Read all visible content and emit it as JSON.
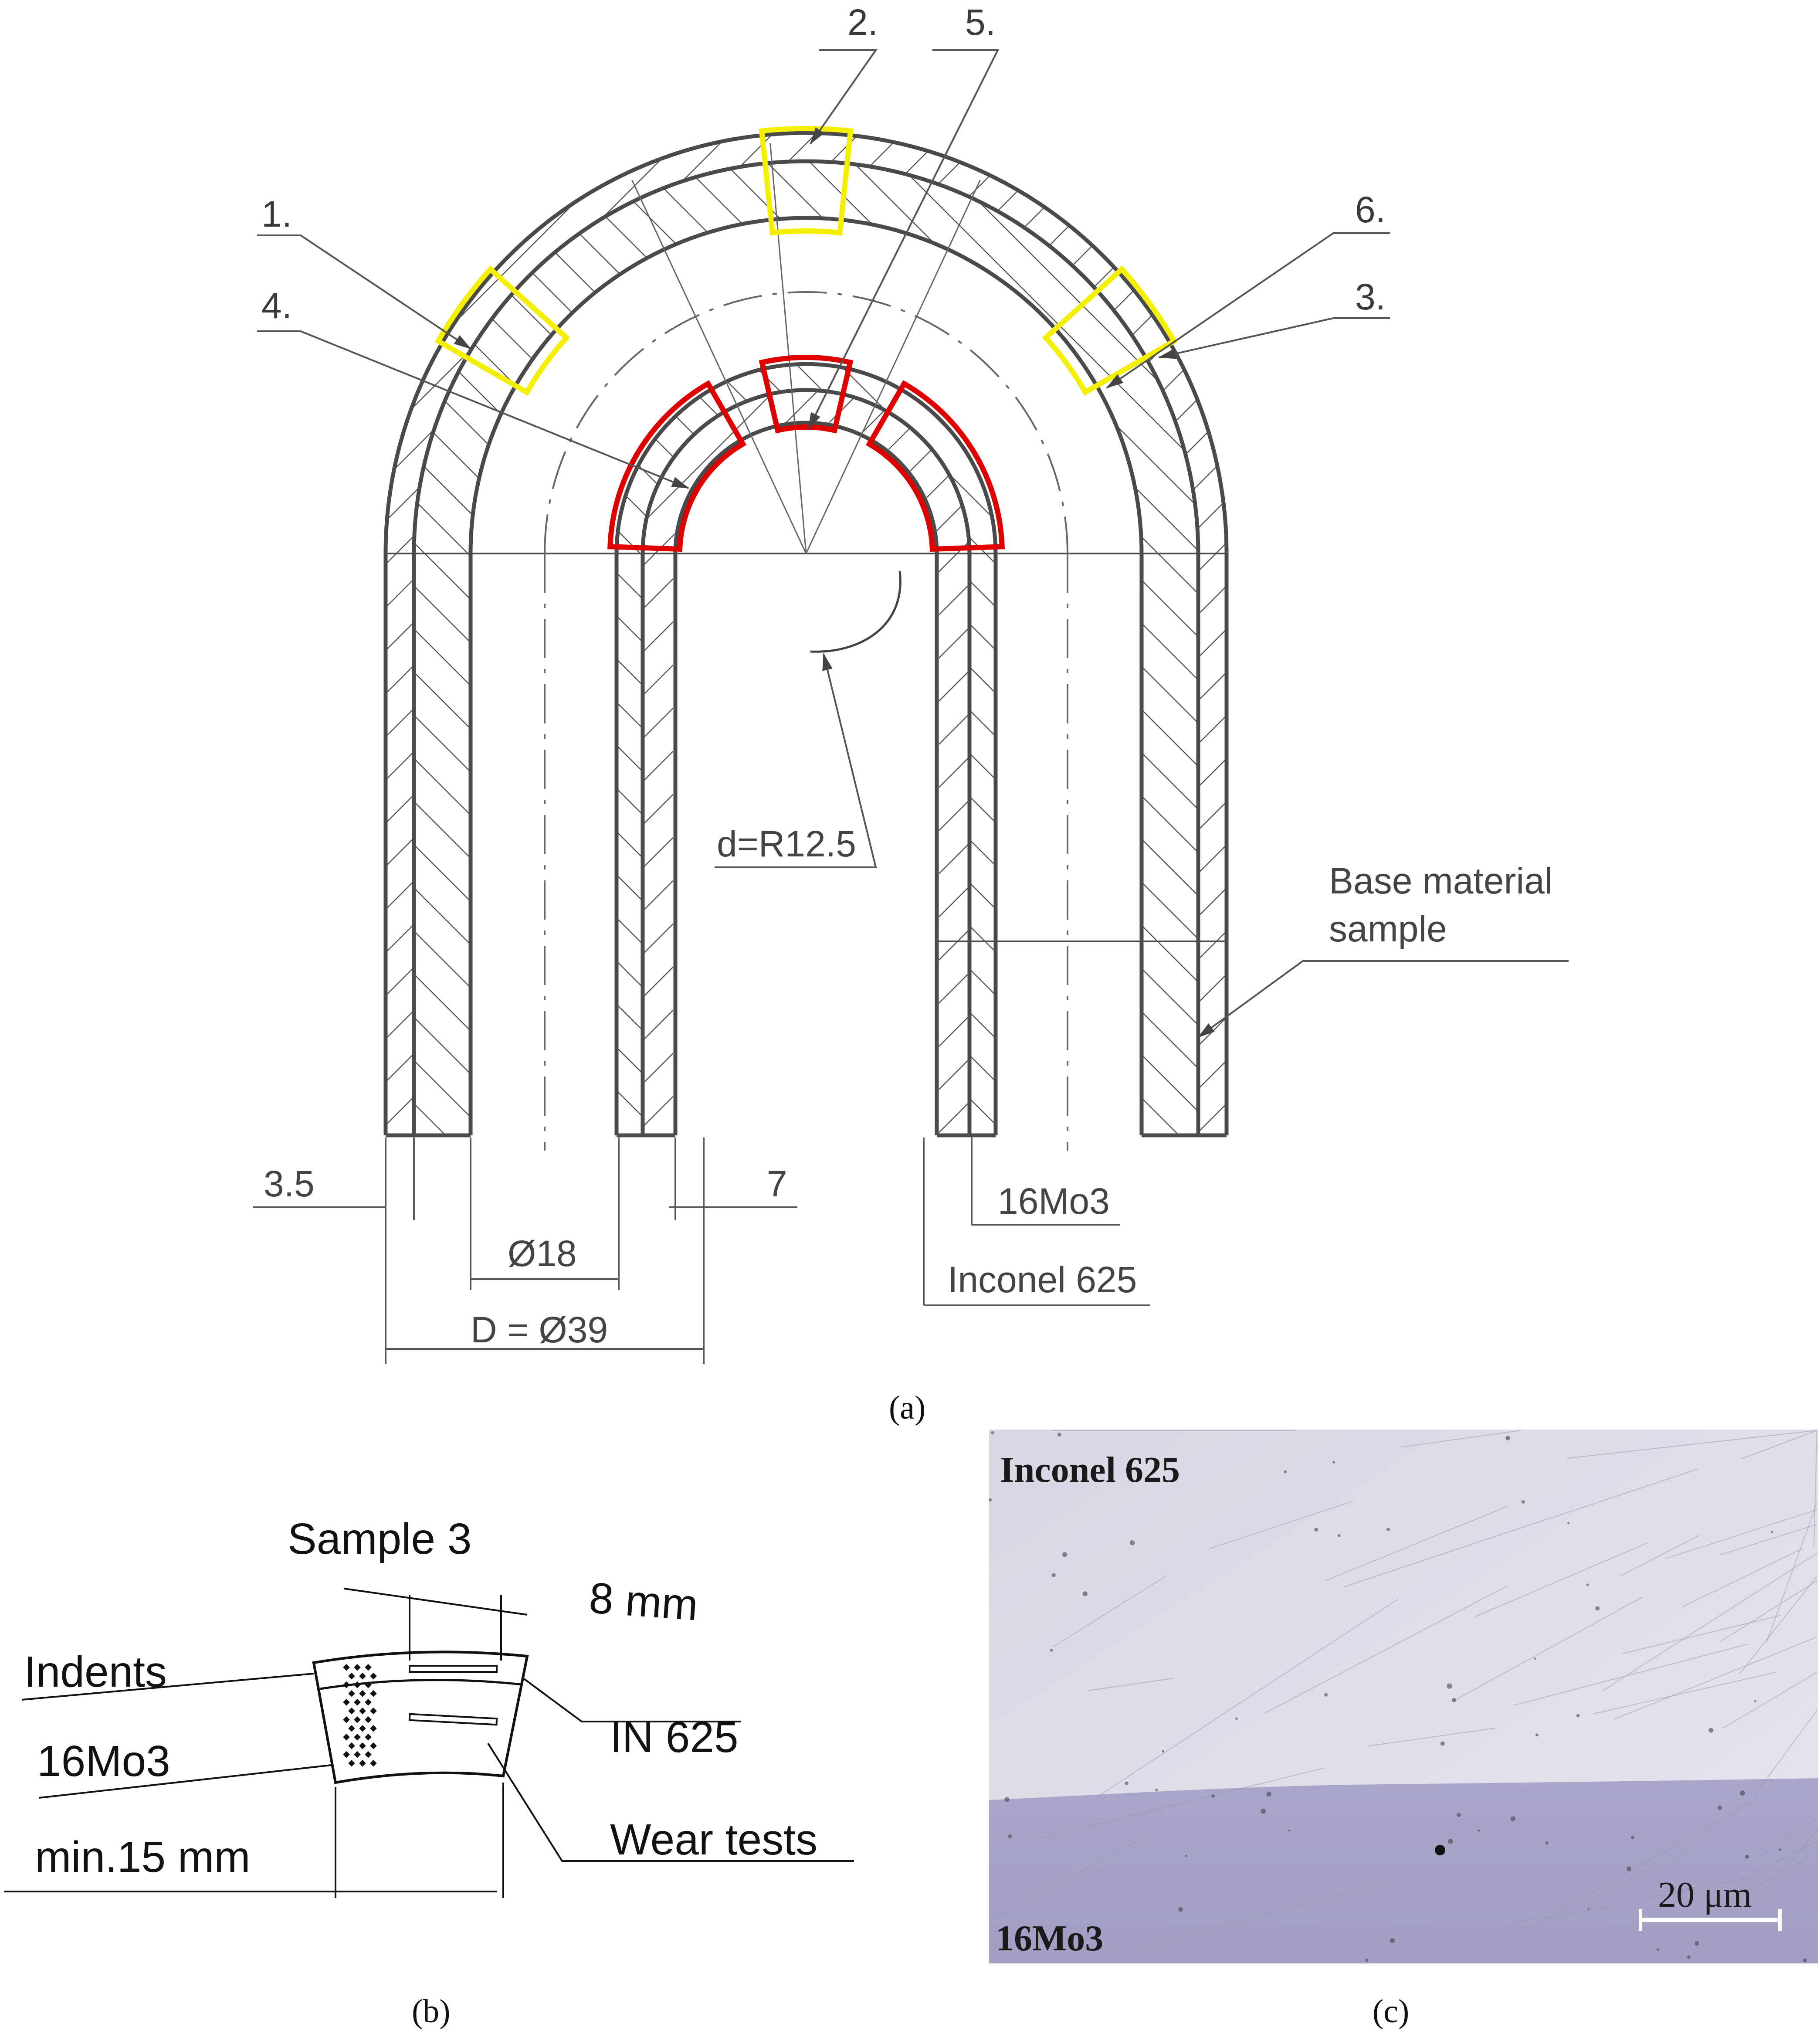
{
  "colors": {
    "outline": "#4a4a4a",
    "hatch": "#555555",
    "yellow_region": "#f5f000",
    "red_region": "#e00000",
    "micro_upper": "#dcdae6",
    "micro_lower": "#a7a4c8"
  },
  "panel_a": {
    "caption": "(a)",
    "region_numbers": [
      "1.",
      "2.",
      "3.",
      "4.",
      "5.",
      "6."
    ],
    "dim_bend_radius": "d=R12.5",
    "base_material_label": [
      "Base material",
      "sample"
    ],
    "dim_3_5": "3.5",
    "dim_7": "7",
    "dim_d18": "Ø18",
    "dim_d39": "D = Ø39",
    "mat_16mo3": "16Mo3",
    "mat_inconel": "Inconel 625"
  },
  "panel_b": {
    "caption": "(b)",
    "title": "Sample 3",
    "dim_8mm": "8 mm",
    "indents": "Indents",
    "in625": "IN 625",
    "mo3": "16Mo3",
    "wear": "Wear tests",
    "min15": "min.15 mm"
  },
  "panel_c": {
    "caption": "(c)",
    "top_label": "Inconel 625",
    "bottom_label": "16Mo3",
    "scale_bar": "20 μm"
  }
}
